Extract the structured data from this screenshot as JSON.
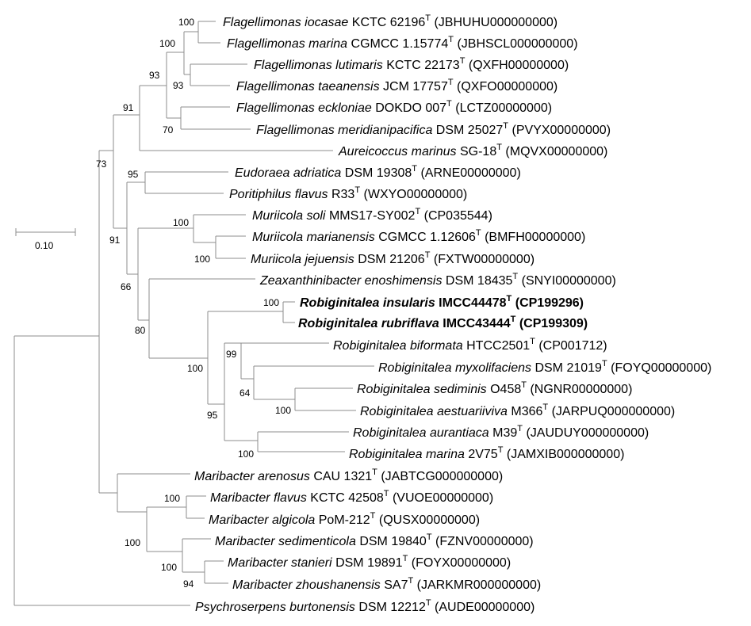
{
  "scale_bar": {
    "label": "0.10"
  },
  "taxa": [
    {
      "genus": "Flagellimonas",
      "species": "iocasae",
      "strain": "KCTC 62196",
      "superscript": "T",
      "accession": "(JBHUHU000000000)"
    },
    {
      "genus": "Flagellimonas",
      "species": "marina",
      "strain": "CGMCC 1.15774",
      "superscript": "T",
      "accession": "(JBHSCL000000000)"
    },
    {
      "genus": "Flagellimonas",
      "species": "lutimaris",
      "strain": "KCTC 22173",
      "superscript": "T",
      "accession": "(QXFH00000000)"
    },
    {
      "genus": "Flagellimonas",
      "species": "taeanensis",
      "strain": "JCM 17757",
      "superscript": "T",
      "accession": "(QXFO00000000)"
    },
    {
      "genus": "Flagellimonas",
      "species": "eckloniae",
      "strain": "DOKDO 007",
      "superscript": "T",
      "accession": "(LCTZ00000000)"
    },
    {
      "genus": "Flagellimonas",
      "species": "meridianipacifica",
      "strain": "DSM 25027",
      "superscript": "T",
      "accession": "(PVYX00000000)"
    },
    {
      "genus": "Aureicoccus",
      "species": "marinus",
      "strain": "SG-18",
      "superscript": "T",
      "accession": "(MQVX00000000)"
    },
    {
      "genus": "Eudoraea",
      "species": "adriatica",
      "strain": "DSM 19308",
      "superscript": "T",
      "accession": "(ARNE00000000)"
    },
    {
      "genus": "Poritiphilus",
      "species": "flavus",
      "strain": "R33",
      "superscript": "T",
      "accession": "(WXYO00000000)"
    },
    {
      "genus": "Muriicola",
      "species": "soli",
      "strain": "MMS17-SY002",
      "superscript": "T",
      "accession": "(CP035544)"
    },
    {
      "genus": "Muriicola",
      "species": "marianensis",
      "strain": "CGMCC 1.12606",
      "superscript": "T",
      "accession": "(BMFH00000000)"
    },
    {
      "genus": "Muriicola",
      "species": "jejuensis",
      "strain": "DSM 21206",
      "superscript": "T",
      "accession": "(FXTW00000000)"
    },
    {
      "genus": "Zeaxanthinibacter",
      "species": "enoshimensis",
      "strain": "DSM 18435",
      "superscript": "T",
      "accession": "(SNYI00000000)"
    },
    {
      "genus": "Robiginitalea",
      "species": "insularis",
      "strain": "IMCC44478",
      "superscript": "T",
      "accession": "(CP199296)",
      "bold": true
    },
    {
      "genus": "Robiginitalea",
      "species": "rubriflava",
      "strain": "IMCC43444",
      "superscript": "T",
      "accession": "(CP199309)",
      "bold": true
    },
    {
      "genus": "Robiginitalea",
      "species": "biformata",
      "strain": "HTCC2501",
      "superscript": "T",
      "accession": "(CP001712)"
    },
    {
      "genus": "Robiginitalea",
      "species": "myxolifaciens",
      "strain": "DSM 21019",
      "superscript": "T",
      "accession": "(FOYQ00000000)"
    },
    {
      "genus": "Robiginitalea",
      "species": "sediminis",
      "strain": "O458",
      "superscript": "T",
      "accession": "(NGNR00000000)"
    },
    {
      "genus": "Robiginitalea",
      "species": "aestuariiviva",
      "strain": "M366",
      "superscript": "T",
      "accession": "(JARPUQ000000000)"
    },
    {
      "genus": "Robiginitalea",
      "species": "aurantiaca",
      "strain": "M39",
      "superscript": "T",
      "accession": "(JAUDUY000000000)"
    },
    {
      "genus": "Robiginitalea",
      "species": "marina",
      "strain": "2V75",
      "superscript": "T",
      "accession": "(JAMXIB000000000)"
    },
    {
      "genus": "Maribacter",
      "species": "arenosus",
      "strain": "CAU 1321",
      "superscript": "T",
      "accession": "(JABTCG000000000)"
    },
    {
      "genus": "Maribacter",
      "species": "flavus",
      "strain": "KCTC 42508",
      "superscript": "T",
      "accession": "(VUOE00000000)"
    },
    {
      "genus": "Maribacter",
      "species": "algicola",
      "strain": "PoM-212",
      "superscript": "T",
      "accession": "(QUSX00000000)"
    },
    {
      "genus": "Maribacter",
      "species": "sedimenticola",
      "strain": "DSM 19840",
      "superscript": "T",
      "accession": "(FZNV00000000)"
    },
    {
      "genus": "Maribacter",
      "species": "stanieri",
      "strain": "DSM 19891",
      "superscript": "T",
      "accession": "(FOYX00000000)"
    },
    {
      "genus": "Maribacter",
      "species": "zhoushanensis",
      "strain": "SA7",
      "superscript": "T",
      "accession": "(JARKMR000000000)"
    },
    {
      "genus": "Psychroserpens",
      "species": "burtonensis",
      "strain": "DSM 12212",
      "superscript": "T",
      "accession": "(AUDE00000000)"
    }
  ],
  "bootstrap": [
    "100",
    "100",
    "93",
    "93",
    "70",
    "91",
    "95",
    "100",
    "100",
    "91",
    "66",
    "100",
    "99",
    "64",
    "100",
    "95",
    "100",
    "80",
    "100",
    "73",
    "100",
    "100",
    "100",
    "94"
  ]
}
